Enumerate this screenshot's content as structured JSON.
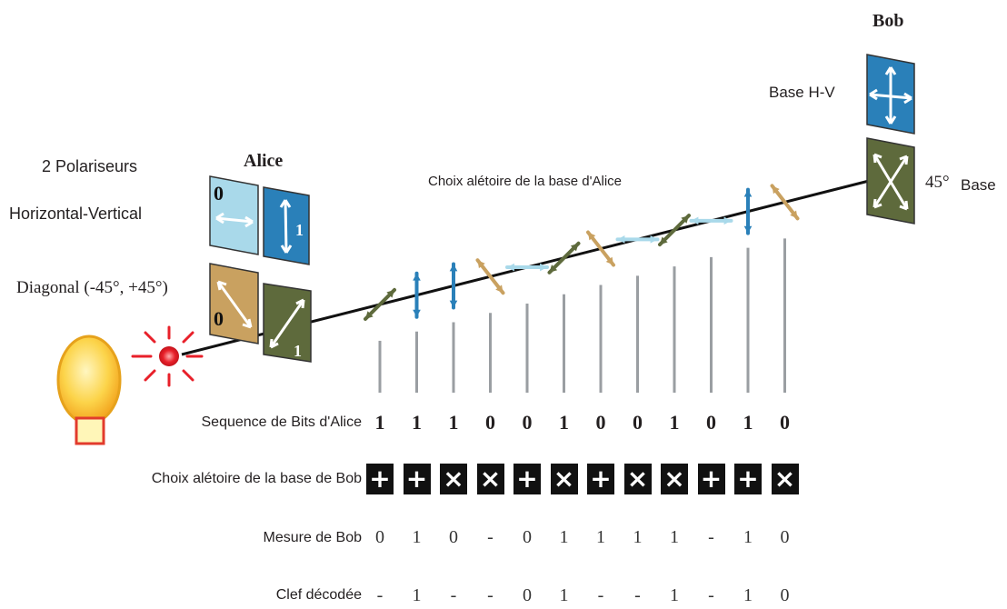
{
  "labels": {
    "bob_title": "Bob",
    "alice_title": "Alice",
    "polarisers": "2 Polariseurs",
    "hv": "Horizontal-Vertical",
    "diag": "Diagonal (-45°, +45°)",
    "alice_choice": "Choix alétoire de la base d'Alice",
    "bob_base_hv": "Base  H-V",
    "bob_45_sym": "45°",
    "bob_45_word": "Base",
    "alice_bit0_hv": "0",
    "alice_bit1_hv": "1",
    "alice_bit0_diag": "0",
    "alice_bit1_diag": "1"
  },
  "rows": {
    "alice_bits_label": "Sequence de Bits d'Alice",
    "bob_basis_label": "Choix alétoire de la base de Bob",
    "bob_measure_label": "Mesure de Bob",
    "key_label": "Clef décodée"
  },
  "alice_bits": [
    "1",
    "1",
    "1",
    "0",
    "0",
    "1",
    "0",
    "0",
    "1",
    "0",
    "1",
    "0"
  ],
  "bob_bases": [
    "+",
    "+",
    "×",
    "×",
    "+",
    "×",
    "+",
    "×",
    "×",
    "+",
    "+",
    "×"
  ],
  "bob_measure": [
    "0",
    "1",
    "0",
    "-",
    "0",
    "1",
    "1",
    "1",
    "1",
    "-",
    "1",
    "0"
  ],
  "key": [
    "-",
    "1",
    "-",
    "-",
    "0",
    "1",
    "-",
    "-",
    "1",
    "-",
    "1",
    "0"
  ],
  "photon_pols": [
    "diag45",
    "vertical",
    "vertical",
    "diag135",
    "horizontal",
    "diag45",
    "diag135",
    "horizontal",
    "diag45",
    "horizontal",
    "vertical",
    "diag135"
  ],
  "colors": {
    "hv_light": "#a9d9ea",
    "hv_dark": "#2a80b9",
    "diag_tan": "#c9a160",
    "diag_olive": "#5e6a3c",
    "laser": "#e8202a",
    "lamp": "#fbbf2b"
  }
}
